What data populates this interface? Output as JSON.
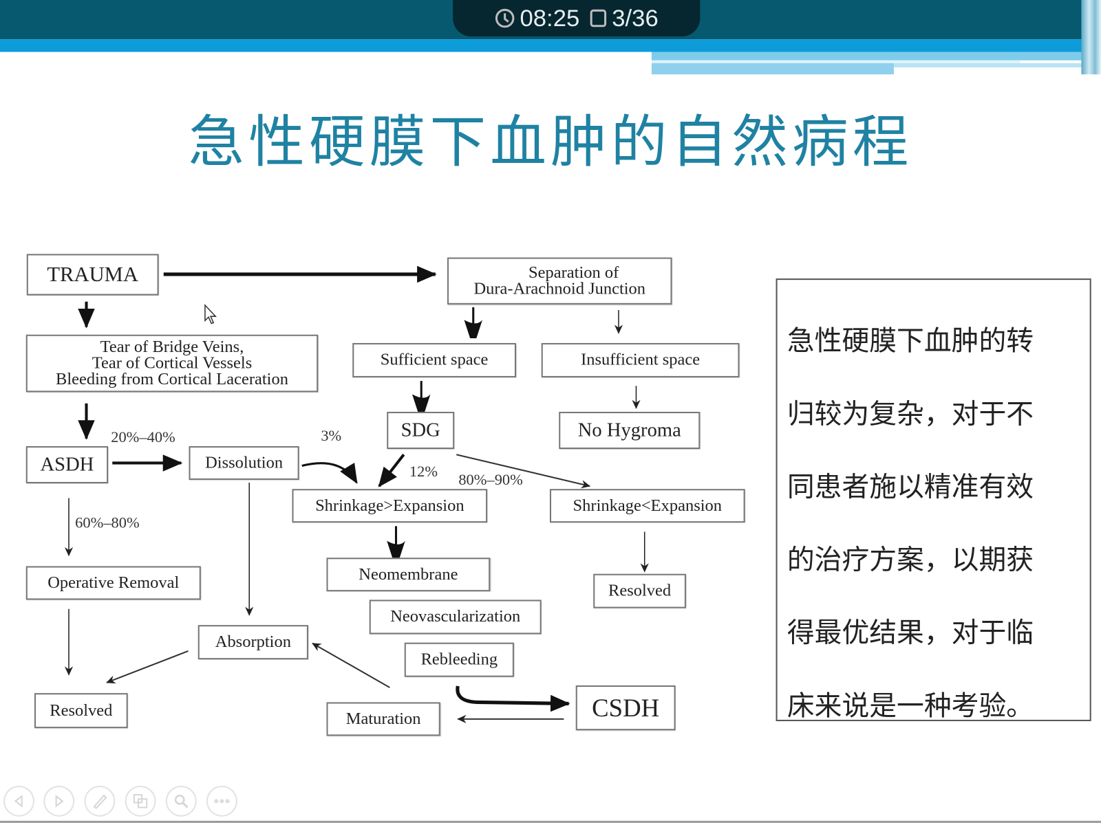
{
  "topbar": {
    "time": "08:25",
    "slide_counter": "3/36",
    "clock_icon": "clock-icon",
    "slide_icon": "slide-icon"
  },
  "slide": {
    "title": "急性硬膜下血肿的自然病程",
    "diagram": {
      "trauma": "TRAUMA",
      "tear": [
        "Tear of Bridge Veins,",
        "Tear of Cortical Vessels",
        "Bleeding from Cortical Laceration"
      ],
      "asdh": "ASDH",
      "dissolution": "Dissolution",
      "operative_removal": "Operative Removal",
      "absorption": "Absorption",
      "resolved_left": "Resolved",
      "separation": [
        "Separation of",
        "Dura-Arachnoid Junction"
      ],
      "sufficient_space": "Sufficient space",
      "insufficient_space": "Insufficient space",
      "sdg": "SDG",
      "no_hygroma": "No Hygroma",
      "shrinkage_gt": "Shrinkage>Expansion",
      "shrinkage_lt": "Shrinkage<Expansion",
      "neomembrane": "Neomembrane",
      "neovascularization": "Neovascularization",
      "rebleeding": "Rebleeding",
      "resolved_right": "Resolved",
      "maturation": "Maturation",
      "csdh": "CSDH",
      "labels": {
        "p20_40": "20%–40%",
        "p3": "3%",
        "p12": "12%",
        "p80_90": "80%–90%",
        "p60_80": "60%–80%"
      }
    },
    "note_lines": [
      "急性硬膜下血肿的转",
      "归较为复杂，对于不",
      "同患者施以精准有效",
      "的治疗方案，以期获",
      "得最优结果，对于临",
      "床来说是一种考验。"
    ]
  },
  "toolbar": [
    "previous-icon",
    "next-icon",
    "pen-icon",
    "slides-icon",
    "zoom-icon",
    "more-icon"
  ]
}
